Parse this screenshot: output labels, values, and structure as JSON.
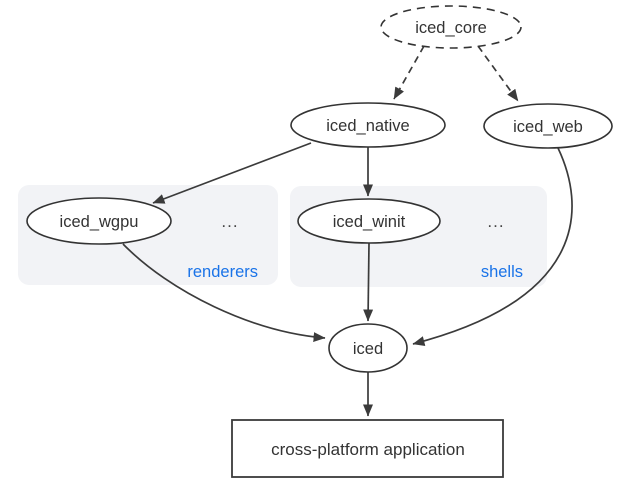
{
  "diagram": {
    "nodes": {
      "core": {
        "label": "iced_core"
      },
      "native": {
        "label": "iced_native"
      },
      "web": {
        "label": "iced_web"
      },
      "wgpu": {
        "label": "iced_wgpu"
      },
      "winit": {
        "label": "iced_winit"
      },
      "iced": {
        "label": "iced"
      },
      "app": {
        "label": "cross-platform application"
      }
    },
    "groups": {
      "renderers": {
        "label": "renderers",
        "ellipsis": "..."
      },
      "shells": {
        "label": "shells",
        "ellipsis": "..."
      }
    },
    "edges": [
      {
        "from": "iced_core",
        "to": "iced_native",
        "style": "dashed"
      },
      {
        "from": "iced_core",
        "to": "iced_web",
        "style": "dashed"
      },
      {
        "from": "iced_native",
        "to": "iced_wgpu",
        "style": "solid"
      },
      {
        "from": "iced_native",
        "to": "iced_winit",
        "style": "solid"
      },
      {
        "from": "iced_wgpu",
        "to": "iced",
        "style": "solid"
      },
      {
        "from": "iced_winit",
        "to": "iced",
        "style": "solid"
      },
      {
        "from": "iced_web",
        "to": "iced",
        "style": "solid"
      },
      {
        "from": "iced",
        "to": "cross-platform application",
        "style": "solid"
      }
    ],
    "colors": {
      "edge": "#3b3b3b",
      "node_stroke": "#333333",
      "node_fill": "#ffffff",
      "text": "#333333",
      "group_fill": "#f2f3f6",
      "group_label": "#1a73e8",
      "background": "#ffffff"
    }
  }
}
